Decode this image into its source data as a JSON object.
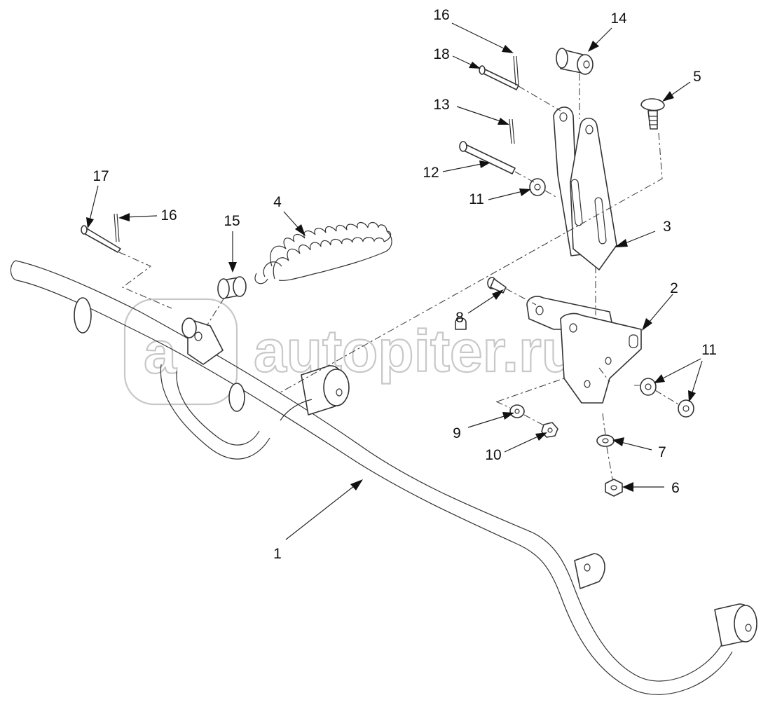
{
  "diagram": {
    "callouts": [
      {
        "id": "c1",
        "label": "1"
      },
      {
        "id": "c2",
        "label": "2"
      },
      {
        "id": "c3",
        "label": "3"
      },
      {
        "id": "c4",
        "label": "4"
      },
      {
        "id": "c5",
        "label": "5"
      },
      {
        "id": "c6",
        "label": "6"
      },
      {
        "id": "c7",
        "label": "7"
      },
      {
        "id": "c8",
        "label": "8"
      },
      {
        "id": "c9",
        "label": "9"
      },
      {
        "id": "c10",
        "label": "10"
      },
      {
        "id": "c11a",
        "label": "11"
      },
      {
        "id": "c11b",
        "label": "11"
      },
      {
        "id": "c12",
        "label": "12"
      },
      {
        "id": "c13",
        "label": "13"
      },
      {
        "id": "c14",
        "label": "14"
      },
      {
        "id": "c15",
        "label": "15"
      },
      {
        "id": "c16a",
        "label": "16"
      },
      {
        "id": "c16b",
        "label": "16"
      },
      {
        "id": "c17",
        "label": "17"
      },
      {
        "id": "c18",
        "label": "18"
      }
    ],
    "watermark": {
      "logo_glyph": "a",
      "text": "autopiter.ru",
      "color": "#c8c8c8"
    },
    "line_color": "#333333",
    "background": "#ffffff"
  }
}
